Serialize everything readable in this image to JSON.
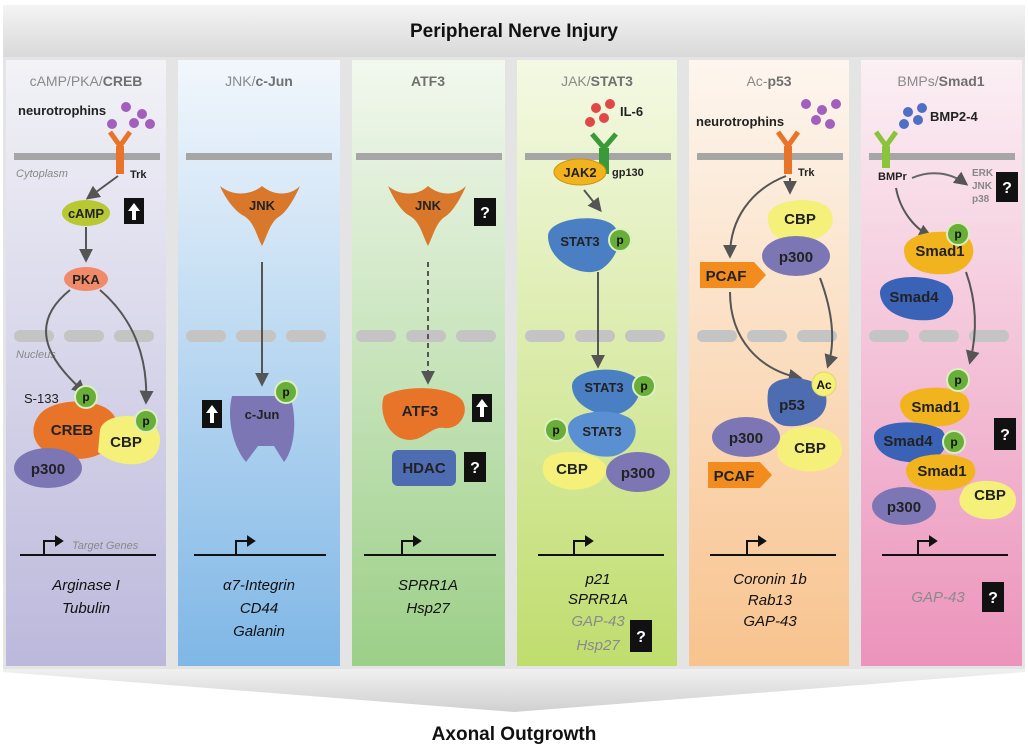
{
  "title": "Peripheral Nerve Injury",
  "footer": "Axonal Outgrowth",
  "compartments": {
    "cytoplasm": "Cytoplasm",
    "nucleus": "Nucleus",
    "target_genes": "Target Genes"
  },
  "columns": [
    {
      "head_pre": "cAMP/PKA/",
      "head_bold": "CREB",
      "ligand": "neurotrophins",
      "receptor": "Trk",
      "cAMP": "cAMP",
      "PKA": "PKA",
      "site": "S-133",
      "CREB": "CREB",
      "CBP": "CBP",
      "p300": "p300",
      "genes": [
        "Arginase I",
        "Tubulin"
      ]
    },
    {
      "head_pre": "JNK/",
      "head_bold": "c-Jun",
      "JNK": "JNK",
      "cJun": "c-Jun",
      "genes": [
        "α7-Integrin",
        "CD44",
        "Galanin"
      ]
    },
    {
      "head_pre": "",
      "head_bold": "ATF3",
      "JNK": "JNK",
      "ATF3": "ATF3",
      "HDAC": "HDAC",
      "genes": [
        "SPRR1A",
        "Hsp27"
      ]
    },
    {
      "head_pre": "JAK/",
      "head_bold": "STAT3",
      "ligand": "IL-6",
      "receptor": "gp130",
      "JAK2": "JAK2",
      "STAT3": "STAT3",
      "CBP": "CBP",
      "p300": "p300",
      "genes": [
        "p21",
        "SPRR1A"
      ],
      "genes_grey": [
        "GAP-43",
        "Hsp27"
      ]
    },
    {
      "head_pre": "Ac-",
      "head_bold": "p53",
      "ligand": "neurotrophins",
      "receptor": "Trk",
      "CBP": "CBP",
      "p300": "p300",
      "PCAF": "PCAF",
      "p53": "p53",
      "Ac": "Ac",
      "genes": [
        "Coronin 1b",
        "Rab13",
        "GAP-43"
      ]
    },
    {
      "head_pre": "BMPs/",
      "head_bold": "Smad1",
      "ligand": "BMP2-4",
      "receptor": "BMPr",
      "kinases": [
        "ERK",
        "JNK",
        "p38"
      ],
      "Smad1": "Smad1",
      "Smad4": "Smad4",
      "CBP": "CBP",
      "p300": "p300",
      "genes_grey": [
        "GAP-43"
      ]
    }
  ],
  "marks": {
    "p": "p",
    "question": "?"
  },
  "colors": {
    "membrane": "#a6a6a6",
    "arrow": "#555555",
    "orange": "#e8742a",
    "green_yellow": "#b8c832",
    "salmon": "#f08a68",
    "purple": "#7c76b4",
    "yellow": "#f4f07a",
    "blue": "#4a7fc4",
    "gold": "#f2b41e",
    "phospho": "#6aae3a",
    "jnk": "#d9782a"
  }
}
